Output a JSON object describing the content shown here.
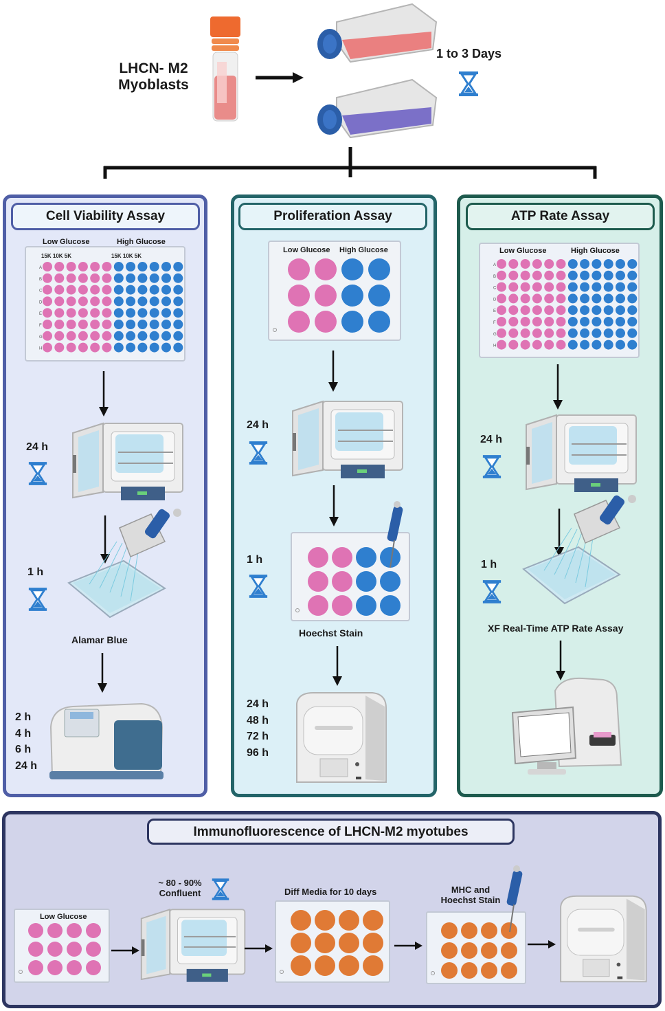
{
  "header": {
    "cell_line": "LHCN- M2",
    "cell_type": "Myoblasts",
    "duration": "1 to 3 Days"
  },
  "panels": {
    "viability": {
      "title": "Cell Viability Assay",
      "plate_low": "Low Glucose",
      "plate_high": "High Glucose",
      "density_low": "15K 10K 5K",
      "density_high": "15K 10K 5K",
      "rows": [
        "A",
        "B",
        "C",
        "D",
        "E",
        "F",
        "G",
        "H"
      ],
      "t1": "24 h",
      "t2": "1 h",
      "reagent": "Alamar Blue",
      "reads": [
        "2 h",
        "4 h",
        "6 h",
        "24 h"
      ]
    },
    "proliferation": {
      "title": "Proliferation Assay",
      "plate_low": "Low Glucose",
      "plate_high": "High Glucose",
      "t1": "24 h",
      "t2": "1 h",
      "stain": "Hoechst Stain",
      "reads": [
        "24 h",
        "48 h",
        "72 h",
        "96 h"
      ]
    },
    "atp": {
      "title": "ATP Rate Assay",
      "plate_low": "Low Glucose",
      "plate_high": "High Glucose",
      "rows": [
        "A",
        "B",
        "C",
        "D",
        "E",
        "F",
        "G",
        "H"
      ],
      "t1": "24 h",
      "t2": "1 h",
      "assay": "XF Real-Time ATP Rate Assay"
    }
  },
  "immuno": {
    "title": "Immunofluorescence of LHCN-M2 myotubes",
    "plate_label": "Low Glucose",
    "confluence": "~ 80 - 90%",
    "confluence2": "Confluent",
    "diff": "Diff Media for 10 days",
    "stain1": "MHC and",
    "stain2": "Hoechst Stain"
  },
  "colors": {
    "pink": "#df73b4",
    "blue": "#2f7fcf",
    "orange": "#e07a35",
    "viability_border": "#4f5ea6",
    "prolif_border": "#236468",
    "atp_border": "#1d5a4d",
    "immuno_border": "#2d3560"
  }
}
